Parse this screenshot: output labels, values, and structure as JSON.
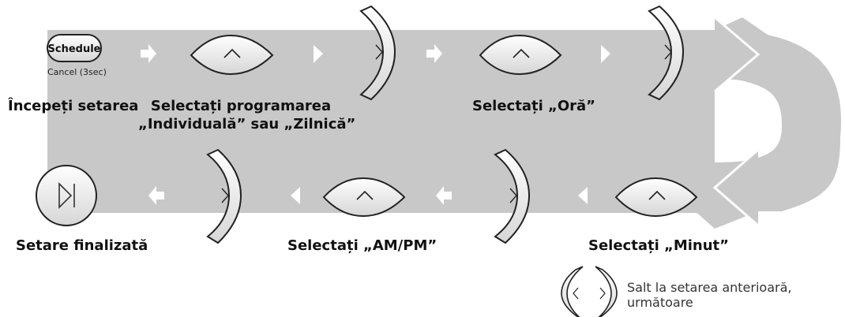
{
  "start": {
    "button_label": "Schedule",
    "button_sub": "Cancel (3sec)",
    "caption": "Începeți setarea"
  },
  "steps": [
    {
      "caption_line1": "Selectați programarea",
      "caption_line2": "„Individuală” sau „Zilnică”"
    },
    {
      "caption": "Selectați „Oră”"
    },
    {
      "caption": "Selectați „Minut”"
    },
    {
      "caption": "Selectați „AM/PM”"
    }
  ],
  "finish": {
    "caption": "Setare finalizată"
  },
  "legend": {
    "line1": "Salt la setarea anterioară,",
    "line2": "următoare"
  },
  "colors": {
    "band": "#c8c8c8",
    "arrow": "#ffffff",
    "outline": "#222222"
  },
  "icons": [
    "schedule-button",
    "up-button",
    "right-button",
    "left-button",
    "play-pause-button",
    "arrow-right-icon",
    "arrow-left-icon",
    "triangle-right-icon",
    "triangle-left-icon"
  ]
}
